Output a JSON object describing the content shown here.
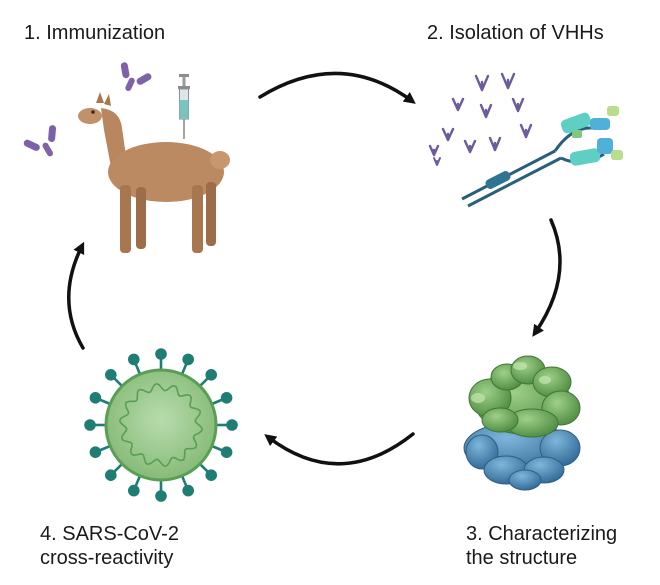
{
  "steps": [
    {
      "label": "1. Immunization"
    },
    {
      "label": "2. Isolation of VHHs"
    },
    {
      "label_line1": "3. Characterizing",
      "label_line2": "the structure"
    },
    {
      "label_line1": "4. SARS-CoV-2",
      "label_line2": "cross-reactivity"
    }
  ],
  "colors": {
    "llama": "#b8865f",
    "antibody": "#7d62a8",
    "protein_green": "#5c9a4e",
    "protein_blue": "#3f7fb0",
    "virus": "#8bbf7c",
    "virus_spike": "#1f7d74",
    "arrow": "#111111"
  },
  "icons": [
    "llama-icon",
    "syringe-icon",
    "antibody-icon",
    "vhh-antibody-icon",
    "protein-structure-icon",
    "coronavirus-icon"
  ]
}
